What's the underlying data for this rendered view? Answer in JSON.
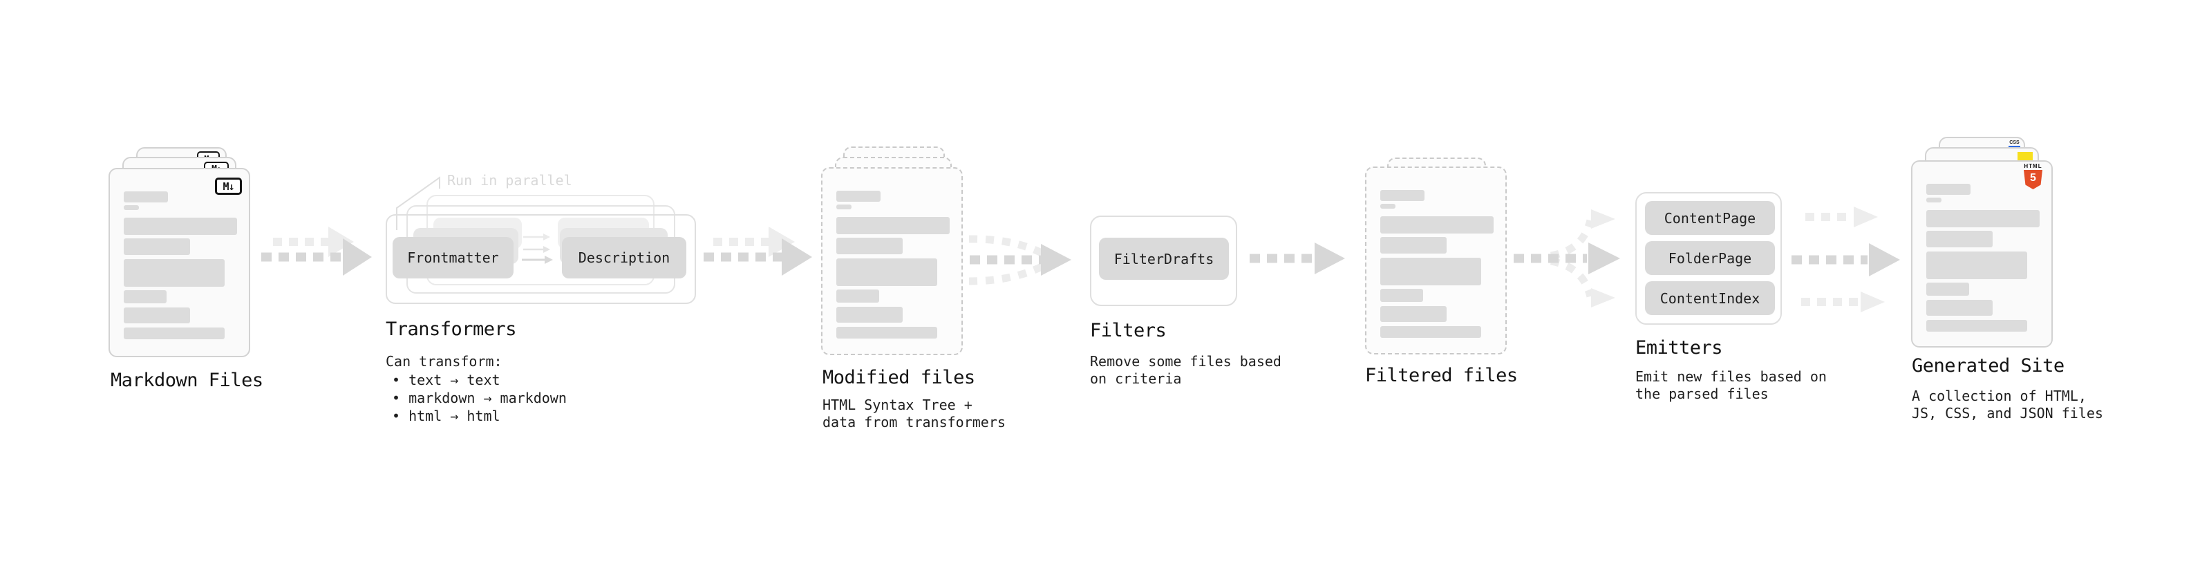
{
  "stages": {
    "markdown_files": {
      "label": "Markdown Files",
      "file_badge": "M↓"
    },
    "transformers": {
      "label": "Transformers",
      "annotation": "Run in parallel",
      "nodes": [
        "Frontmatter",
        "Description"
      ],
      "description_heading": "Can transform:",
      "capabilities": "• text → text\n• markdown → markdown\n• html → html"
    },
    "modified_files": {
      "label": "Modified files",
      "description": "HTML Syntax Tree +\ndata from transformers"
    },
    "filters": {
      "label": "Filters",
      "nodes": [
        "FilterDrafts"
      ],
      "description": "Remove some files based\non criteria"
    },
    "filtered_files": {
      "label": "Filtered files"
    },
    "emitters": {
      "label": "Emitters",
      "nodes": [
        "ContentPage",
        "FolderPage",
        "ContentIndex"
      ],
      "description": "Emit new files based on\nthe parsed files"
    },
    "generated_site": {
      "label": "Generated Site",
      "description": "A collection of HTML,\nJS, CSS, and JSON files",
      "badges": {
        "html_word": "HTML",
        "html_five": "5",
        "css": "CSS"
      }
    }
  },
  "colors": {
    "background": "#ffffff",
    "card_fill": "#fafafa",
    "card_border": "#d2d2d2",
    "dashed_card_border": "#c9c9c9",
    "placeholder_bar": "#dcdcdc",
    "pill_fill": "#dadada",
    "container_border": "#dfdfdf",
    "arrow_main": "#d7d7d7",
    "arrow_ghost": "#ededed",
    "annotation_text": "#d8d8d8",
    "text_primary": "#141414",
    "markdown_badge": "#151515",
    "html5_orange": "#e44d26",
    "js_yellow": "#f7df1e",
    "css_blue": "#2d6ae3"
  }
}
